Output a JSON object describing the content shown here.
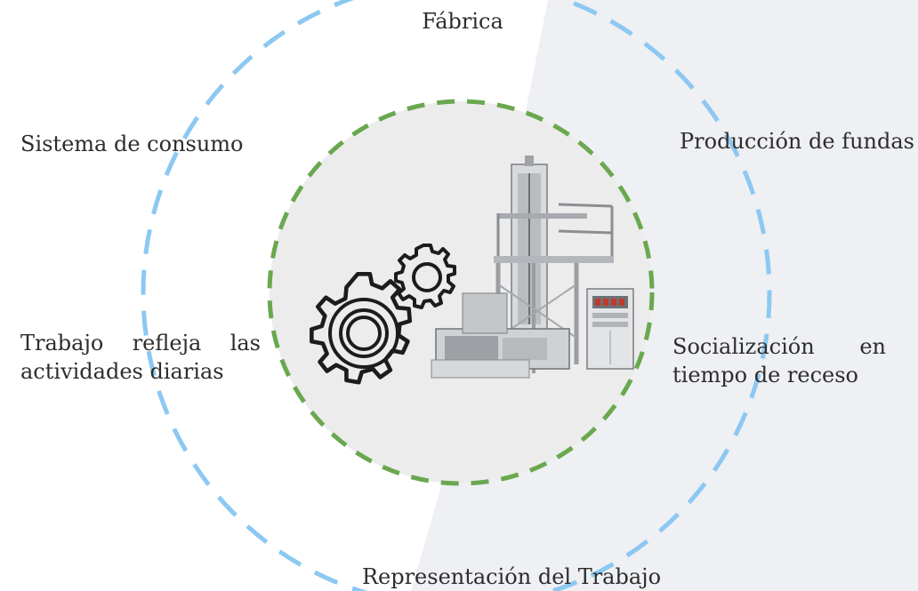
{
  "diagram": {
    "outer_ring_label_top": "Fábrica",
    "outer_ring_label_bottom": "Representación del Trabajo",
    "left_upper_label": "Sistema de consumo",
    "right_upper_label": "Producción de fundas",
    "left_middle_label_line1": "Trabajo refleja las",
    "left_middle_label_line2": "actividades diarias",
    "right_middle_label_line1": "Socialización en",
    "right_middle_label_line2": "tiempo de receso"
  },
  "colors": {
    "outer_ring": "#8cc8f2",
    "inner_ring": "#6aa84f",
    "inner_fill": "#ececec",
    "background_shade": "#eef0f3",
    "text": "#2d2d2d",
    "gear_stroke": "#1c1c1c",
    "machine_metal": "#c9ccce"
  },
  "icons": {
    "gears": "gears-icon",
    "machine": "extrusion-machine-image"
  }
}
